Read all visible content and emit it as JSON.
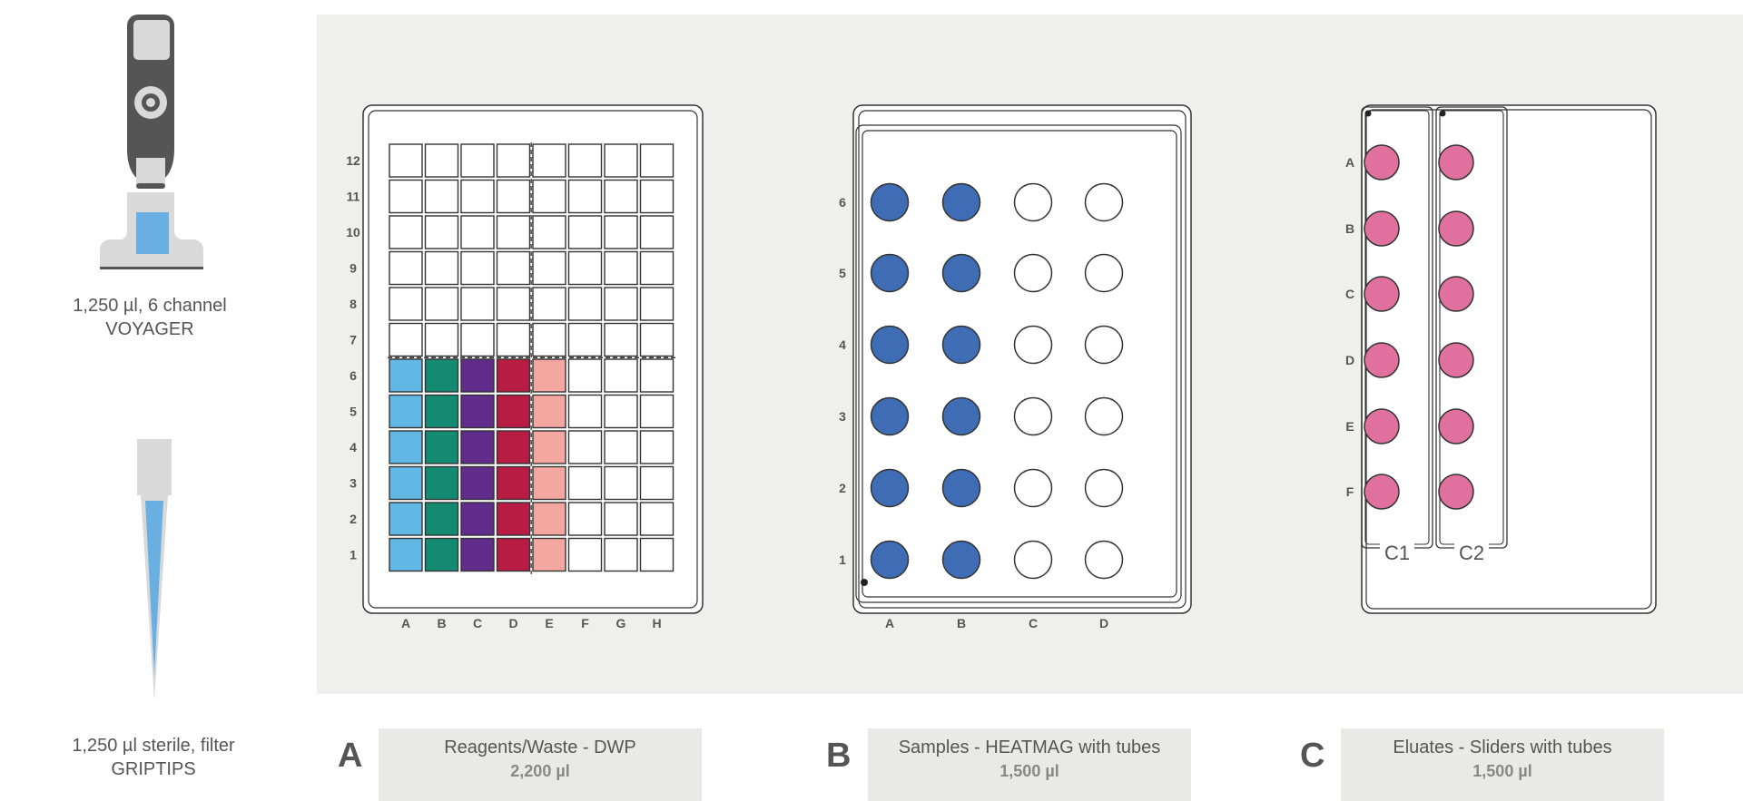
{
  "instrument": {
    "pipette_line1": "1,250 µl, 6 channel",
    "pipette_line2": "VOYAGER",
    "tip_line1": "1,250 µl sterile, filter",
    "tip_line2": "GRIPTIPS"
  },
  "positions": [
    {
      "letter": "A",
      "title": "Reagents/Waste - DWP",
      "volume": "2,200 µl"
    },
    {
      "letter": "B",
      "title": "Samples - HEATMAG with tubes",
      "volume": "1,500 µl"
    },
    {
      "letter": "C",
      "title": "Eluates - Sliders with tubes",
      "volume": "1,500 µl"
    }
  ],
  "plate_a": {
    "cols": [
      "A",
      "B",
      "C",
      "D",
      "E",
      "F",
      "G",
      "H"
    ],
    "rows": [
      "12",
      "11",
      "10",
      "9",
      "8",
      "7",
      "6",
      "5",
      "4",
      "3",
      "2",
      "1"
    ],
    "filled_rows_from_bottom": 6,
    "filled_columns": [
      {
        "col": "A",
        "color": "#62b8e5"
      },
      {
        "col": "B",
        "color": "#158a73"
      },
      {
        "col": "C",
        "color": "#622c8c"
      },
      {
        "col": "D",
        "color": "#b81c43"
      },
      {
        "col": "E",
        "color": "#f4a7a0"
      }
    ]
  },
  "plate_b": {
    "cols": [
      "A",
      "B",
      "C",
      "D"
    ],
    "rows": [
      "6",
      "5",
      "4",
      "3",
      "2",
      "1"
    ],
    "filled_cols": [
      "A",
      "B"
    ],
    "fill_color": "#3e6cb5"
  },
  "plate_c": {
    "rows": [
      "A",
      "B",
      "C",
      "D",
      "E",
      "F"
    ],
    "sliders": [
      "C1",
      "C2"
    ],
    "tube_color": "#e0719f"
  },
  "colors": {
    "deck": "#efefed",
    "outline": "#333333",
    "pipette_body": "#555555",
    "tip_fill": "#6aafe2"
  }
}
